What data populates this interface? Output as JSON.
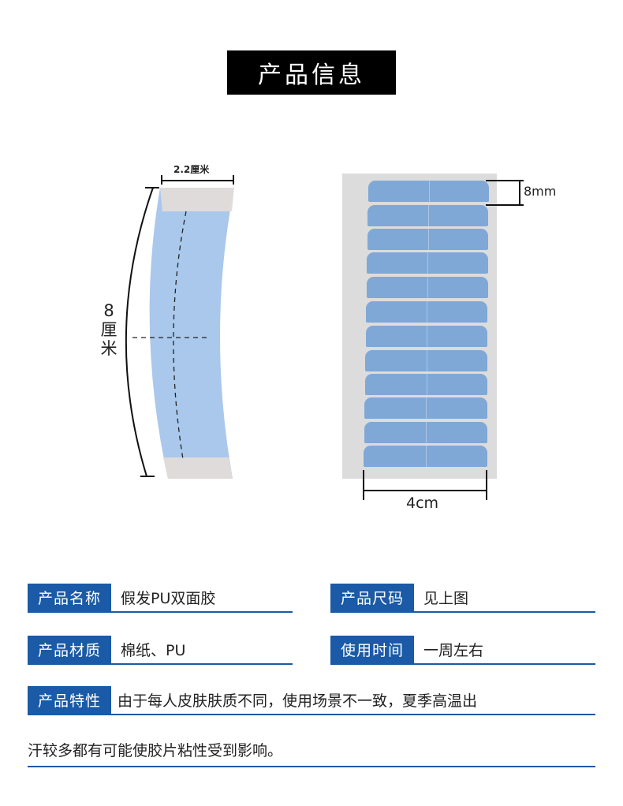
{
  "header": {
    "title": "产品信息"
  },
  "diagram_left": {
    "width_label": "2.2厘米",
    "length_label_parts": [
      "8",
      "厘",
      "米"
    ],
    "tape_color": "#a9c8ec",
    "liner_color": "#e2dcd9"
  },
  "diagram_right": {
    "strip_height_label": "8mm",
    "sheet_width_label": "4cm",
    "strip_count": 12,
    "strip_color": "#7fa8d6",
    "sheet_color": "#dcdcdc"
  },
  "specs": {
    "name": {
      "label": "产品名称",
      "value": "假发PU双面胶"
    },
    "size": {
      "label": "产品尺码",
      "value": "见上图"
    },
    "material": {
      "label": "产品材质",
      "value": "棉纸、PU"
    },
    "duration": {
      "label": "使用时间",
      "value": "一周左右"
    },
    "feature": {
      "label": "产品特性",
      "value_line1": "由于每人皮肤肤质不同，使用场景不一致，夏季高温出",
      "value_line2": "汗较多都有可能使胶片粘性受到影响。"
    }
  },
  "colors": {
    "accent": "#1a5aa6",
    "title_bg": "#000000"
  }
}
